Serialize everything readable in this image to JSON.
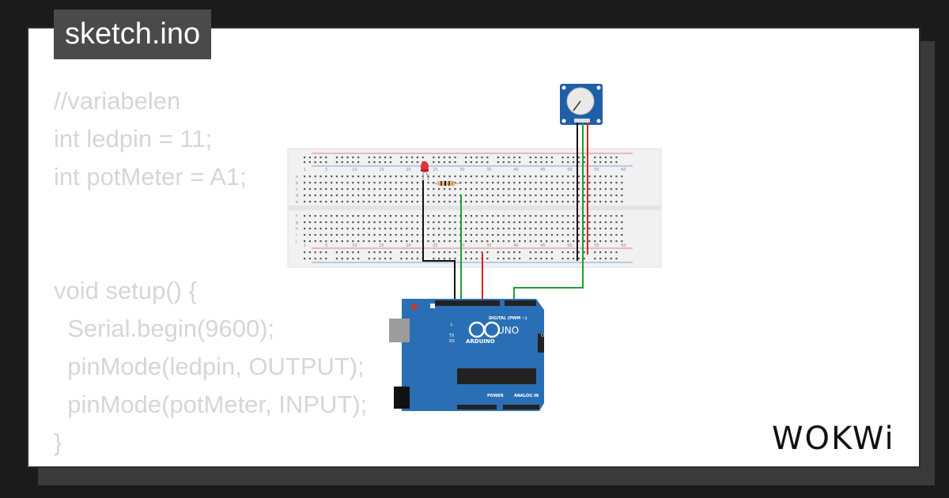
{
  "file_tab": {
    "label": "sketch.ino"
  },
  "code": {
    "lines": [
      "//variabelen",
      "int ledpin = 11;",
      "int potMeter = A1;",
      "",
      "",
      "void setup() {",
      "  Serial.begin(9600);",
      "  pinMode(ledpin, OUTPUT);",
      "  pinMode(potMeter, INPUT);",
      "}"
    ]
  },
  "board": {
    "brand": "ARDUINO",
    "model": "UNO",
    "digital_label": "DIGITAL (PWM ~)",
    "power_label": "POWER",
    "analog_label": "ANALOG IN",
    "on_label": "ON",
    "tx_label": "TX",
    "rx_label": "RX",
    "l_label": "L"
  },
  "breadboard": {
    "column_numbers": [
      "1",
      "5",
      "10",
      "15",
      "20",
      "25",
      "30",
      "35",
      "40",
      "45",
      "50",
      "55",
      "60"
    ],
    "row_letters_top": [
      "a",
      "b",
      "c",
      "d",
      "e"
    ],
    "row_letters_bottom": [
      "f",
      "g",
      "h",
      "i",
      "j"
    ]
  },
  "logo": {
    "text": "WOKWi",
    "icon": "wokwi-logo"
  },
  "colors": {
    "background": "#1b1b1b",
    "card": "#ffffff",
    "tab": "#4a4a4a",
    "code_text": "#d6d6d6",
    "board": "#2a6fb5",
    "wire_black": "#111111",
    "wire_green": "#1f9e30",
    "wire_red": "#e02020",
    "potentiometer": "#1f5fa8"
  }
}
